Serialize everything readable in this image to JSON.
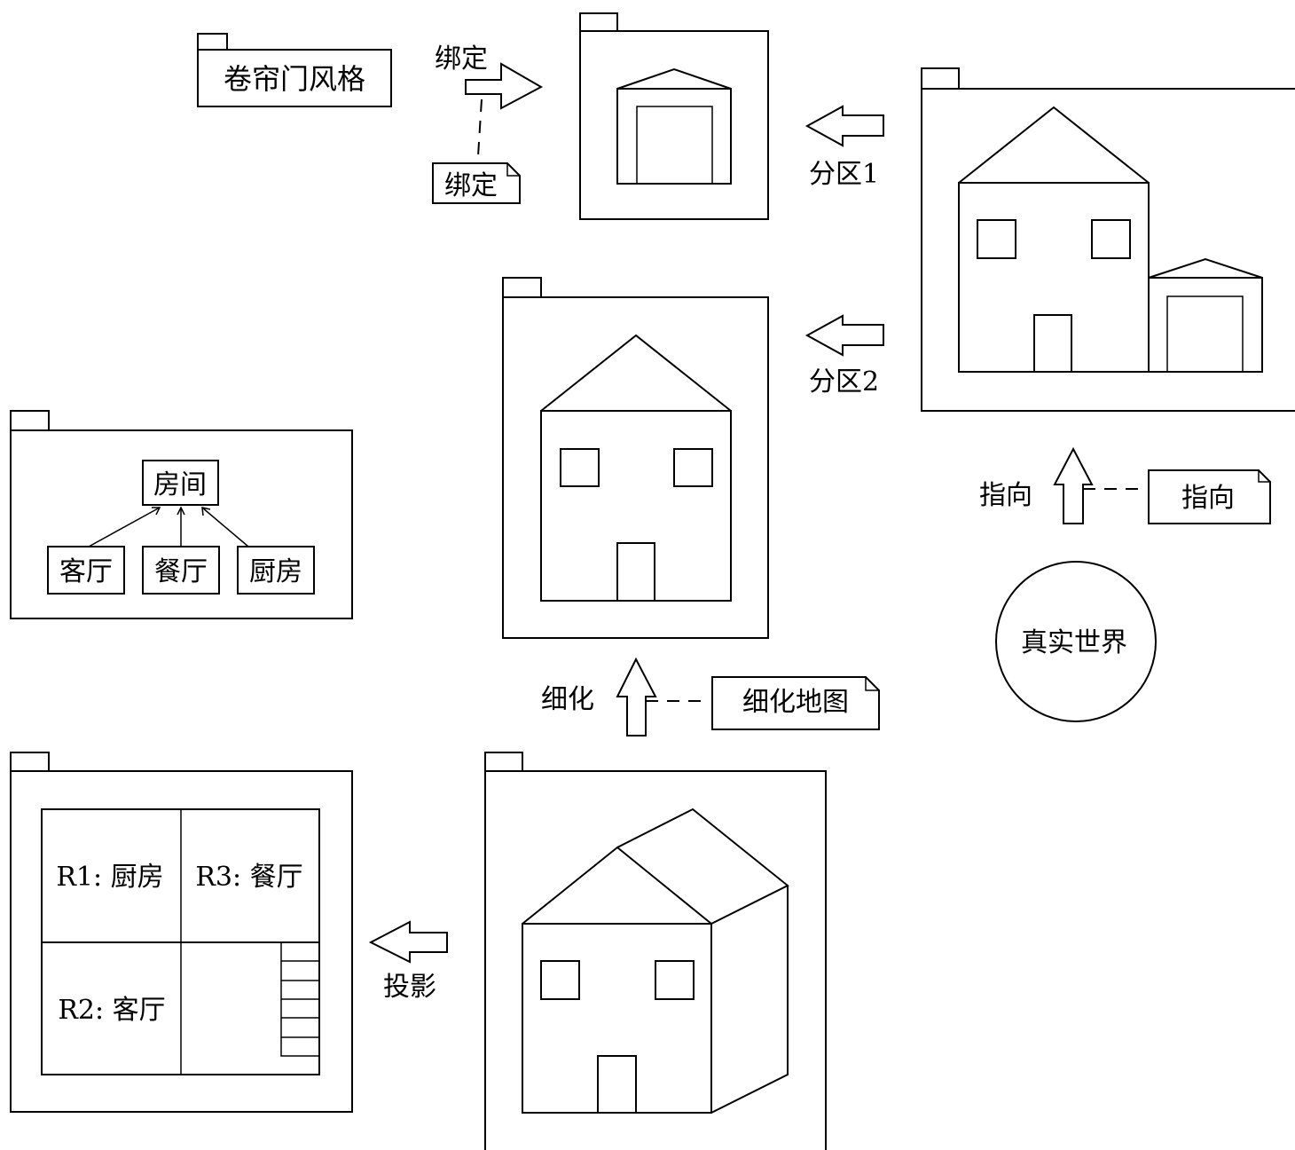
{
  "colors": {
    "line": "#000000",
    "background": "#ffffff"
  },
  "labels": {
    "rolling_door_style": "卷帘门风格",
    "bind_arrow": "绑定",
    "bind_note": "绑定",
    "partition1": "分区1",
    "partition2": "分区2",
    "point_to": "指向",
    "point_to_note": "指向",
    "real_world": "真实世界",
    "refine": "细化",
    "refine_note": "细化地图",
    "projection": "投影"
  },
  "room_hierarchy": {
    "parent": "房间",
    "children": [
      "客厅",
      "餐厅",
      "厨房"
    ]
  },
  "floor_plan": {
    "rooms": [
      "R1: 厨房",
      "R3: 餐厅",
      "R2: 客厅"
    ]
  }
}
